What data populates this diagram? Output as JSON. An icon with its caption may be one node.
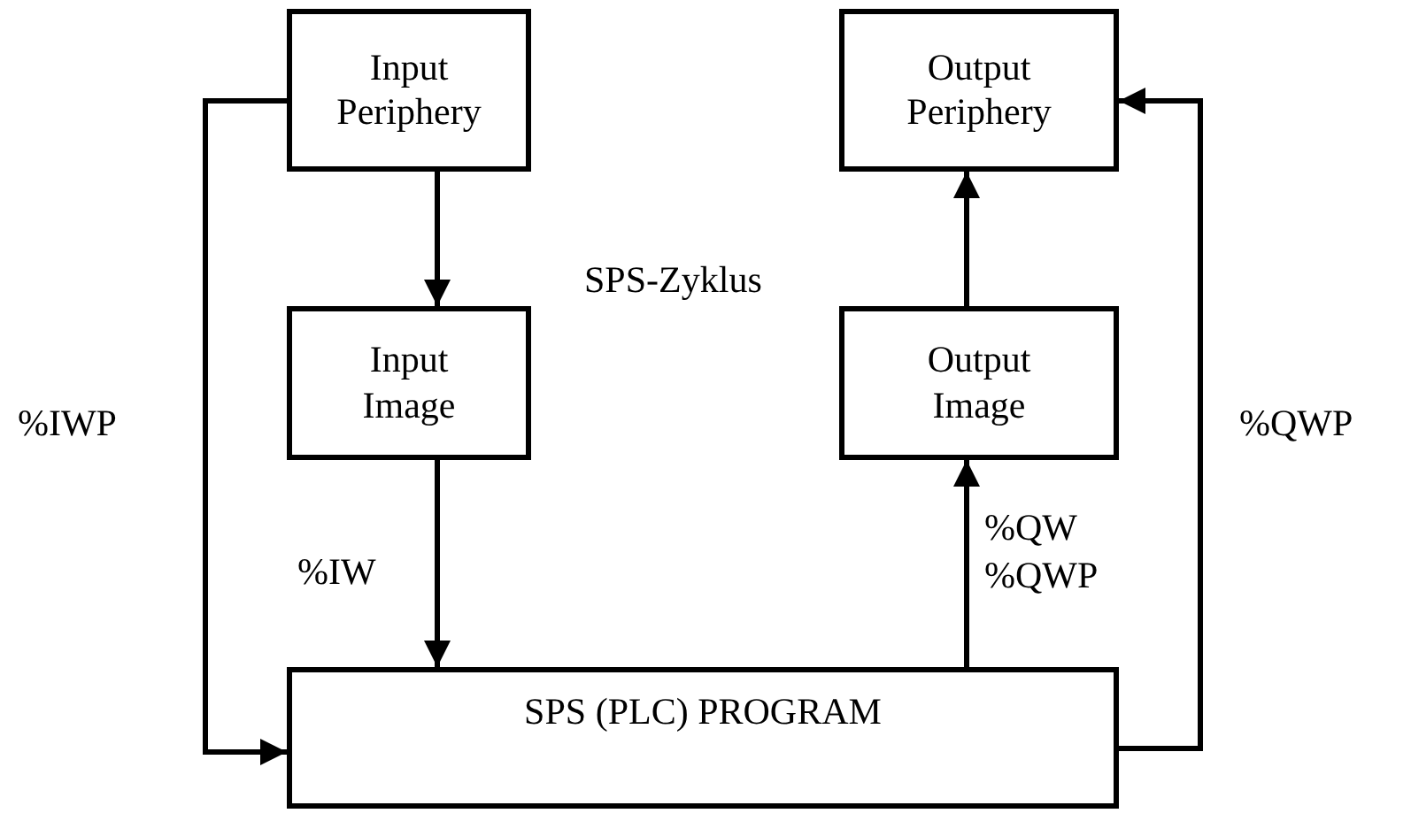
{
  "diagram": {
    "nodes": [
      {
        "text": [
          "Input Periphery"
        ]
      },
      {
        "text": [
          "Output Periphery"
        ]
      },
      {
        "text": [
          "Input Image"
        ]
      },
      {
        "text": [
          "Output Image"
        ]
      },
      {
        "text": [
          "SPS (PLC) PROGRAM"
        ]
      }
    ],
    "edges": [
      {
        "from": 0,
        "to": 2,
        "arrow": "to"
      },
      {
        "from": 2,
        "to": 4,
        "label": "%IW",
        "arrow": "to"
      },
      {
        "from": 0,
        "to": 4,
        "label": "%IWP",
        "arrow": "to"
      },
      {
        "from": 4,
        "to": 3,
        "label": "%QW %QWP",
        "arrow": "to"
      },
      {
        "from": 3,
        "to": 1,
        "arrow": "to"
      },
      {
        "from": 4,
        "to": 1,
        "label": "%QWP",
        "arrow": "to"
      }
    ],
    "labels": [
      "SPS-Zyklus"
    ]
  }
}
